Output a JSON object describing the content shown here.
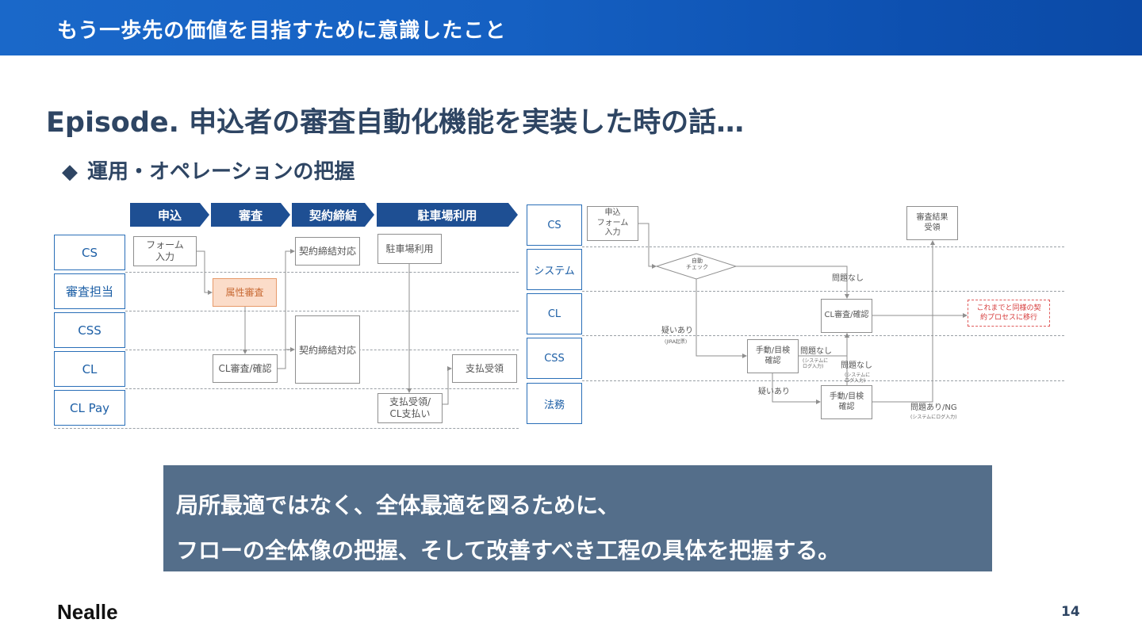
{
  "header": {
    "title": "もう一歩先の価値を目指すために意識したこと"
  },
  "slide": {
    "title": "Episode. 申込者の審査自動化機能を実装した時の話…",
    "section_marker": "◆",
    "section_title": "運用・オペレーションの把握"
  },
  "left_flow": {
    "phases": [
      "申込",
      "審査",
      "契約締結",
      "駐車場利用"
    ],
    "roles": [
      "CS",
      "審査担当",
      "CSS",
      "CL",
      "CL Pay"
    ],
    "nodes": {
      "form_line1": "フォーム",
      "form_line2": "入力",
      "attr_review": "属性審査",
      "cl_review": "CL審査/確認",
      "contract_top": "契約締結対応",
      "contract_mid": "契約締結対応",
      "parking_use": "駐車場利用",
      "pay_receive": "支払受領",
      "pay_line1": "支払受領/",
      "pay_line2": "CL支払い"
    }
  },
  "right_flow": {
    "roles": [
      "CS",
      "システム",
      "CL",
      "CSS",
      "法務"
    ],
    "nodes": {
      "apply_line1": "申込",
      "apply_line2": "フォーム",
      "apply_line3": "入力",
      "auto_line1": "自動",
      "auto_line2": "チェック",
      "result_line1": "審査結果",
      "result_line2": "受領",
      "cl_review": "CL審査/確認",
      "manual1_line1": "手動/目検",
      "manual1_line2": "確認",
      "manual2_line1": "手動/目検",
      "manual2_line2": "確認",
      "red_line1": "これまでと同様の契",
      "red_line2": "約プロセスに移行"
    },
    "labels": {
      "no_issue_top": "問題なし",
      "doubt1": "疑いあり",
      "doubt1_note": "(JIRA起票)",
      "no_issue_mid": "問題なし",
      "no_issue_mid_note1": "(システムに",
      "no_issue_mid_note2": "ログ入力)",
      "no_issue_low": "問題なし",
      "no_issue_low_note1": "(システムに",
      "no_issue_low_note2": "ログ入力)",
      "doubt2": "疑いあり",
      "issue_ng": "問題あり/NG",
      "issue_ng_note": "(システムにログ入力)"
    }
  },
  "conclusion": {
    "line1": "局所最適ではなく、全体最適を図るために、",
    "line2": "フローの全体像の把握、そして改善すべき工程の具体を把握する。"
  },
  "footer": {
    "logo": "Nealle",
    "page_number": "14"
  },
  "colors": {
    "header": "#1a68c9",
    "phase": "#1e4f93",
    "role_border": "#2a6fb8",
    "conclusion_bg": "#546e8a",
    "highlight": "#fbdcc9",
    "alert": "#e05a5a"
  }
}
